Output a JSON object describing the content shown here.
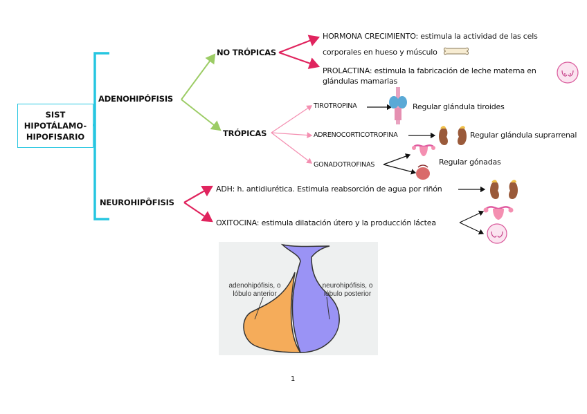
{
  "root": {
    "lines": [
      "SIST",
      "HIPOTÁLAMO-",
      "HIPOFISARIO"
    ]
  },
  "branches": {
    "adeno": "ADENOHIPÓFISIS",
    "neuro": "NEUROHIPÔFISIS",
    "no_tropicas": "NO TRÓPICAS",
    "tropicas": "TRÓPICAS"
  },
  "no_tropicas_items": {
    "hormona_1": "HORMONA CRECIMIENTO: estimula la actividad de las cels",
    "hormona_2": "corporales en hueso y músculo",
    "prolactina_1": "PROLACTINA: estimula la fabricación de leche materna en",
    "prolactina_2": "glándulas mamarias"
  },
  "tropicas_items": {
    "tirotropina": "TIROTROPINA",
    "tirotropina_effect": "Regular glándula tiroides",
    "adreno": "ADRENOCORTICOTROFINA",
    "adreno_effect": "Regular glándula suprarrenal",
    "gonado": "GONADOTROFINAS",
    "gonado_effect": "Regular gónadas"
  },
  "neuro_items": {
    "adh": "ADH: h. antidiurética. Estimula reabsorción de agua por riñón",
    "oxitocina": "OXITOCINA: estimula dilatación útero y la producción láctea"
  },
  "gland_figure": {
    "left_label": [
      "adenohipófisis, o",
      "lóbulo anterior"
    ],
    "right_label": [
      "neurohipófisis, o",
      "lóbulo posterior"
    ]
  },
  "icons": [
    "bone-icon",
    "breast-icon",
    "thyroid-icon",
    "kidney-icon",
    "uterus-icon",
    "testis-icon"
  ],
  "colors": {
    "bracket": "#26c6e0",
    "green_arrow": "#9ccc65",
    "red_arrow": "#e0245e",
    "pink_arrow": "#f48fb1",
    "anterior_lobe": "#f5ac5a",
    "posterior_lobe": "#9a93f5"
  },
  "page_number": "1"
}
